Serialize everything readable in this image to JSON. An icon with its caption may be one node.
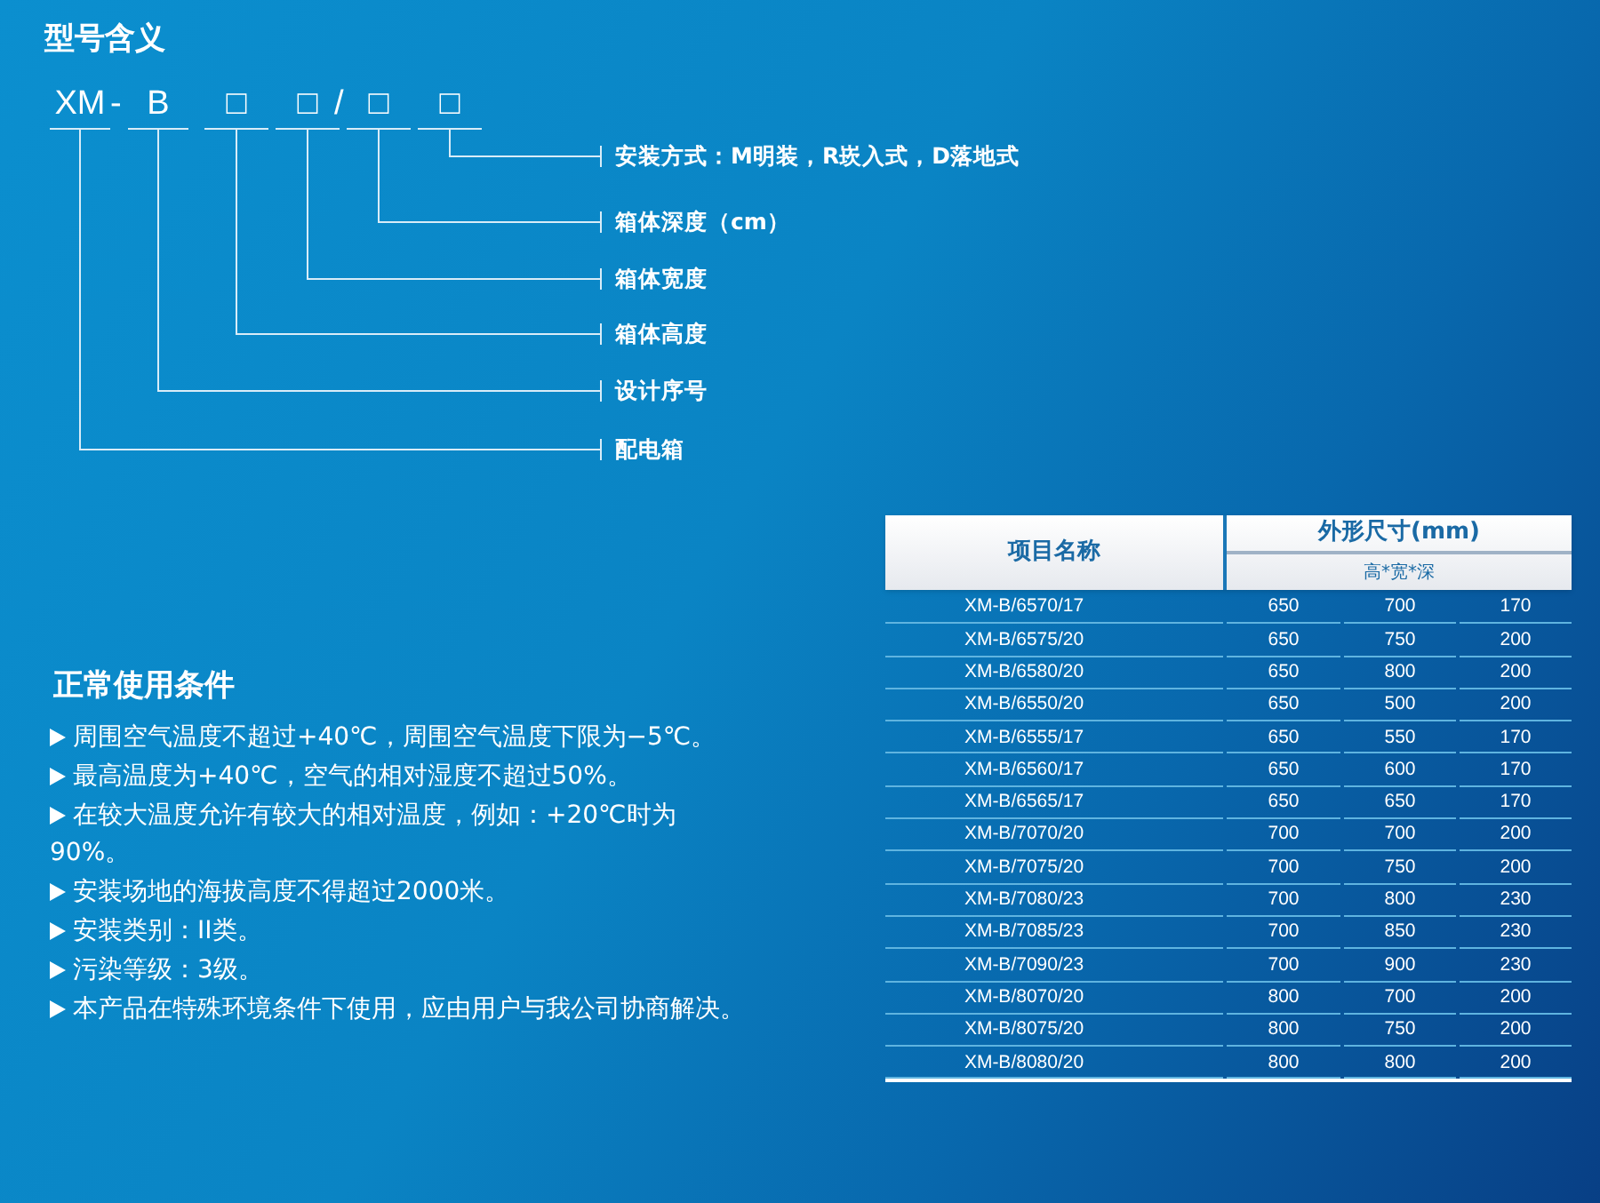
{
  "diagram": {
    "title": "型号含义",
    "nodes": [
      {
        "text": [
          "XM"
        ]
      },
      {
        "text": [
          "B"
        ]
      },
      {
        "text": [
          "□"
        ]
      },
      {
        "text": [
          "□"
        ]
      },
      {
        "text": [
          "□"
        ]
      },
      {
        "text": [
          "□"
        ]
      },
      {
        "text": [
          "安装方式：M明装，R崁入式，D落地式"
        ]
      },
      {
        "text": [
          "箱体深度（cm）"
        ]
      },
      {
        "text": [
          "箱体宽度"
        ]
      },
      {
        "text": [
          "箱体高度"
        ]
      },
      {
        "text": [
          "设计序号"
        ]
      },
      {
        "text": [
          "配电箱"
        ]
      }
    ],
    "edges": [
      {
        "from": 5,
        "to": 6,
        "arrow": "other"
      },
      {
        "from": 4,
        "to": 7,
        "arrow": "other"
      },
      {
        "from": 3,
        "to": 8,
        "arrow": "other"
      },
      {
        "from": 2,
        "to": 9,
        "arrow": "other"
      },
      {
        "from": 1,
        "to": 10,
        "arrow": "other"
      },
      {
        "from": 0,
        "to": 11,
        "arrow": "other"
      }
    ],
    "labels": [
      "-",
      "/",
      "正常使用条件",
      "周围空气温度不超过+40℃，周围空气温度下限为−5℃。",
      "最高温度为+40℃，空气的相对湿度不超过50%。",
      "在较大温度允许有较大的相对温度，例如：+20℃时为90%。",
      "安装场地的海拔高度不得超过2000米。",
      "安装类别：II类。",
      "污染等级：3级。",
      "本产品在特殊环境条件下使用，应由用户与我公司协商解决。",
      "项目名称",
      "外形尺寸(mm)",
      "高*宽*深",
      "XM-B/6570/17",
      "650",
      "700",
      "170",
      "XM-B/6575/20",
      "650",
      "750",
      "200",
      "XM-B/6580/20",
      "650",
      "800",
      "200",
      "XM-B/6550/20",
      "650",
      "500",
      "200",
      "XM-B/6555/17",
      "650",
      "550",
      "170",
      "XM-B/6560/17",
      "650",
      "600",
      "170",
      "XM-B/6565/17",
      "650",
      "650",
      "170",
      "XM-B/7070/20",
      "700",
      "700",
      "200",
      "XM-B/7075/20",
      "700",
      "750",
      "200",
      "XM-B/7080/23",
      "700",
      "800",
      "230",
      "XM-B/7085/23",
      "700",
      "850",
      "230",
      "XM-B/7090/23",
      "700",
      "900",
      "230",
      "XM-B/8070/20",
      "800",
      "700",
      "200",
      "XM-B/8075/20",
      "800",
      "750",
      "200",
      "XM-B/8080/20",
      "800",
      "800",
      "200"
    ]
  }
}
